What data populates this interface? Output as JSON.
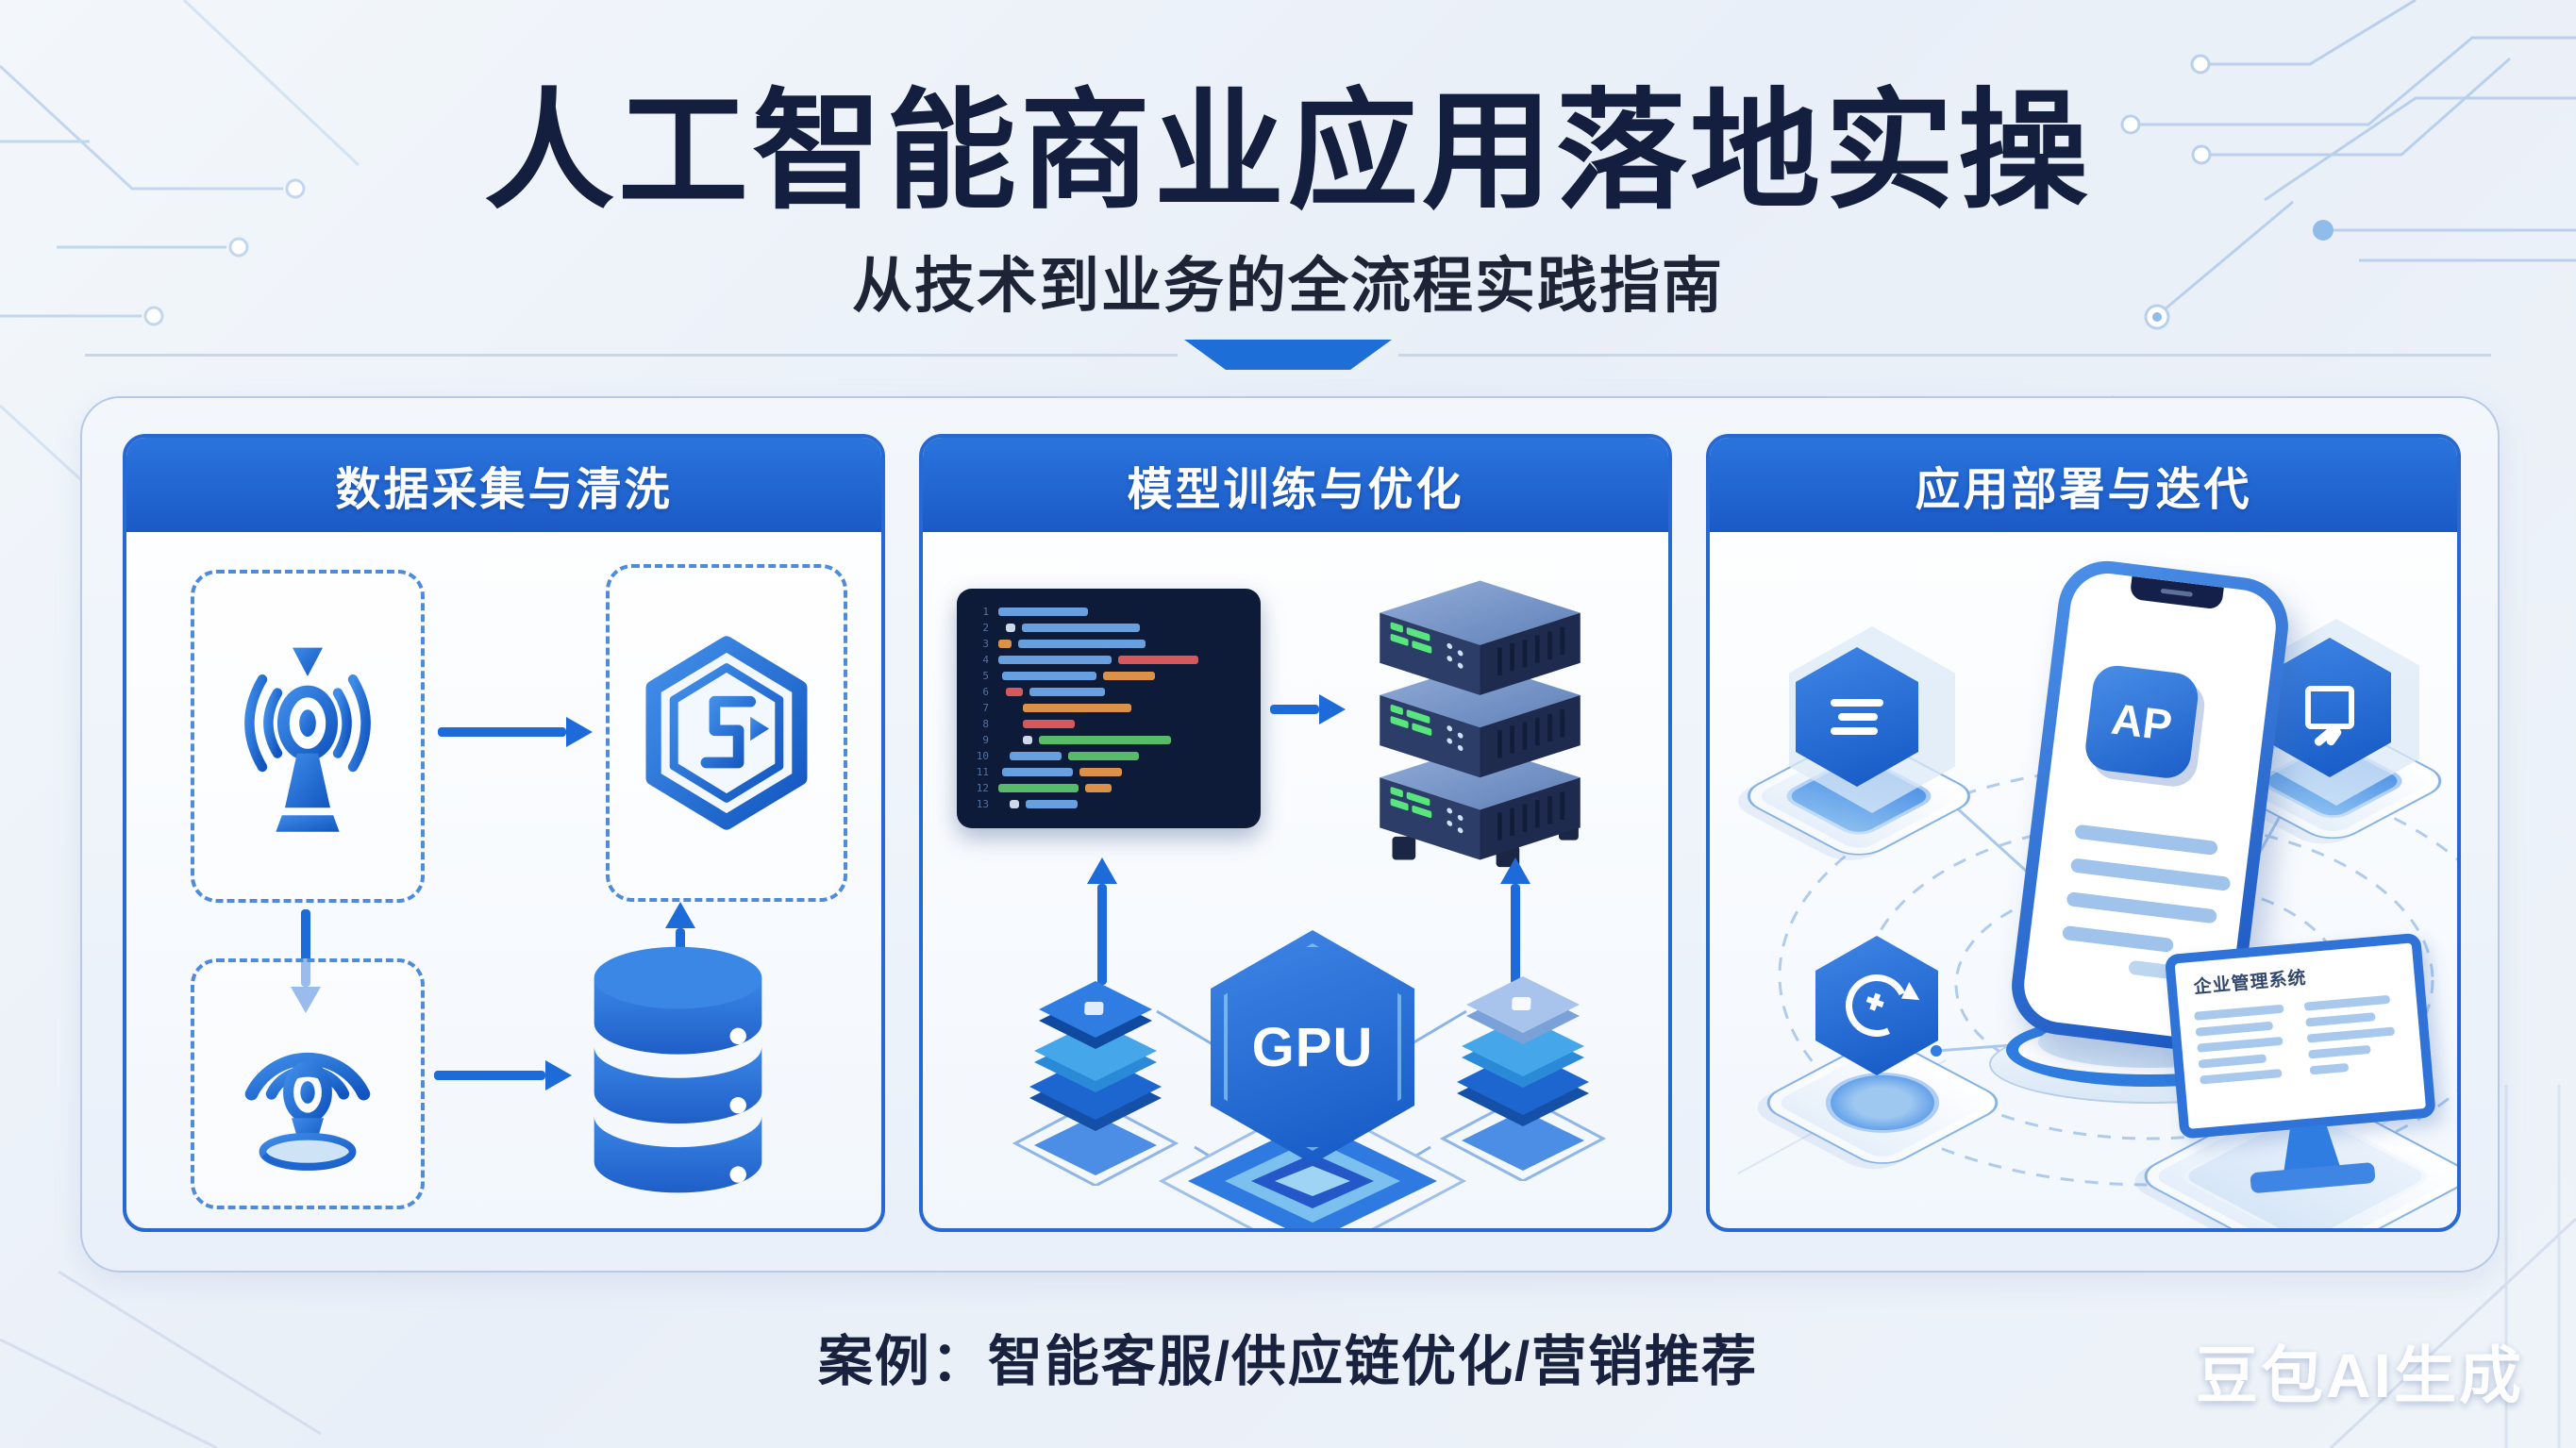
{
  "title": "人工智能商业应用落地实操",
  "subtitle": "从技术到业务的全流程实践指南",
  "panels": [
    {
      "header": "数据采集与清洗"
    },
    {
      "header": "模型训练与优化"
    },
    {
      "header": "应用部署与迭代"
    }
  ],
  "caption": "案例：智能客服/供应链优化/营销推荐",
  "watermark": "豆包AI生成",
  "labels": {
    "gpu": "GPU",
    "app_icon": "AP",
    "monitor_title": "企业管理系统"
  },
  "colors": {
    "accent_blue": "#1d6bd8",
    "header_blue": "#2268d4",
    "title_navy": "#141e3e",
    "code_bg": "#0d1a38",
    "led_green": "#57e07c",
    "icon_blue": "#2f7ce0"
  },
  "code_editor": {
    "colors": {
      "n": "#55719f",
      "b": "#6ea8e8",
      "w": "#d8e4f4",
      "o": "#e8984a",
      "r": "#e05c5c",
      "g": "#5cc46c",
      "t": "#4fc0b0"
    },
    "lines": [
      {
        "ind": 0,
        "segs": [
          [
            "b",
            95
          ]
        ]
      },
      {
        "ind": 8,
        "segs": [
          [
            "w",
            10
          ],
          [
            "b",
            125
          ]
        ]
      },
      {
        "ind": 0,
        "segs": [
          [
            "o",
            14
          ],
          [
            "b",
            135
          ]
        ]
      },
      {
        "ind": 0,
        "segs": [
          [
            "b",
            120
          ],
          [
            "r",
            85
          ]
        ]
      },
      {
        "ind": 4,
        "segs": [
          [
            "b",
            100
          ],
          [
            "o",
            55
          ]
        ]
      },
      {
        "ind": 8,
        "segs": [
          [
            "r",
            18
          ],
          [
            "b",
            80
          ]
        ]
      },
      {
        "ind": 26,
        "segs": [
          [
            "o",
            115
          ]
        ]
      },
      {
        "ind": 26,
        "segs": [
          [
            "r",
            55
          ]
        ]
      },
      {
        "ind": 26,
        "segs": [
          [
            "w",
            10
          ],
          [
            "g",
            140
          ]
        ]
      },
      {
        "ind": 12,
        "segs": [
          [
            "b",
            55
          ],
          [
            "g",
            75
          ]
        ]
      },
      {
        "ind": 4,
        "segs": [
          [
            "b",
            75
          ],
          [
            "o",
            45
          ]
        ]
      },
      {
        "ind": 0,
        "segs": [
          [
            "g",
            85
          ],
          [
            "o",
            28
          ]
        ]
      },
      {
        "ind": 12,
        "segs": [
          [
            "w",
            10
          ],
          [
            "b",
            55
          ]
        ]
      }
    ]
  }
}
